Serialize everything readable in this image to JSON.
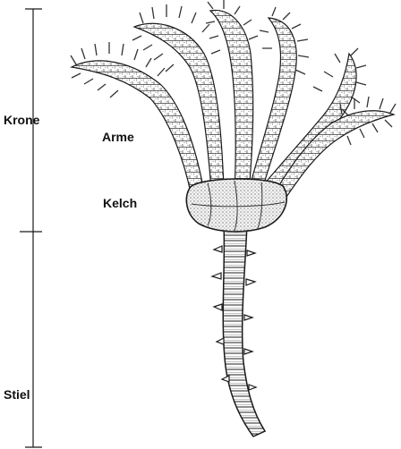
{
  "labels": {
    "krone": "Krone",
    "arme": "Arme",
    "kelch": "Kelch",
    "stiel": "Stiel"
  },
  "colors": {
    "ink": "#1a1a1a",
    "shade": "#555555",
    "background": "#ffffff"
  }
}
